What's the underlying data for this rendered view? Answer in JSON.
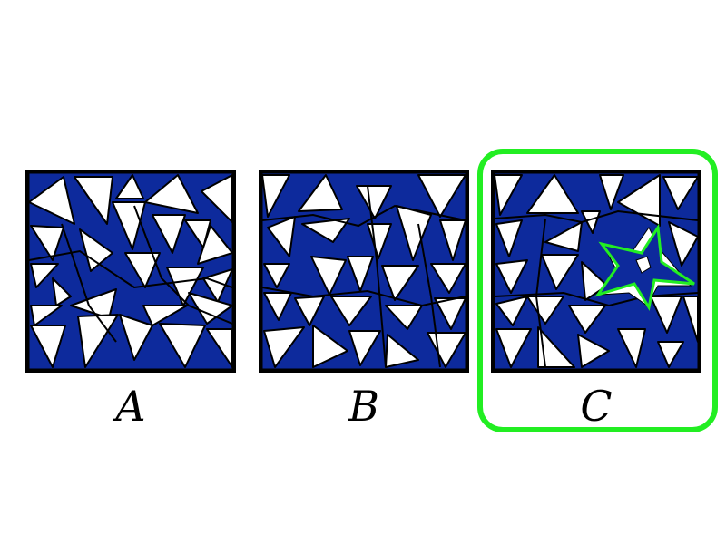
{
  "question": {
    "options": [
      {
        "letter": "A",
        "selected": false
      },
      {
        "letter": "B",
        "selected": false
      },
      {
        "letter": "C",
        "selected": true
      }
    ]
  },
  "colors": {
    "tile_blue": "#0d2a9c",
    "tile_white": "#ffffff",
    "edge": "#000000",
    "highlight": "#22ee22"
  },
  "hidden_shape": "star",
  "correct_option": "C"
}
